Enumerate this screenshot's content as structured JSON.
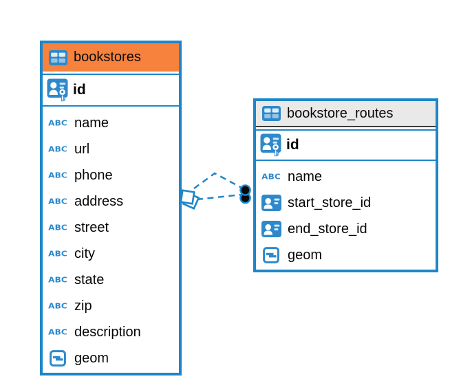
{
  "icons": {
    "abc_label": "ABC"
  },
  "colors": {
    "entity_border": "#1E86C8",
    "icon_blue": "#2E89CB",
    "header_orange": "#F6823E",
    "header_gray": "#E9E9E9",
    "connector": "#1E86C8",
    "text": "#060606"
  },
  "diagram": {
    "tables": [
      {
        "title": "bookstores",
        "header_color": "#F6823E",
        "primary_key": {
          "label": "id",
          "icon": "primary-key-icon"
        },
        "columns": [
          {
            "label": "name",
            "icon": "text-abc-icon"
          },
          {
            "label": "url",
            "icon": "text-abc-icon"
          },
          {
            "label": "phone",
            "icon": "text-abc-icon"
          },
          {
            "label": "address",
            "icon": "text-abc-icon"
          },
          {
            "label": "street",
            "icon": "text-abc-icon"
          },
          {
            "label": "city",
            "icon": "text-abc-icon"
          },
          {
            "label": "state",
            "icon": "text-abc-icon"
          },
          {
            "label": "zip",
            "icon": "text-abc-icon"
          },
          {
            "label": "description",
            "icon": "text-abc-icon"
          },
          {
            "label": "geom",
            "icon": "geometry-icon"
          }
        ]
      },
      {
        "title": "bookstore_routes",
        "header_color": "#E9E9E9",
        "primary_key": {
          "label": "id",
          "icon": "primary-key-icon"
        },
        "columns": [
          {
            "label": "name",
            "icon": "text-abc-icon"
          },
          {
            "label": "start_store_id",
            "icon": "foreign-key-icon"
          },
          {
            "label": "end_store_id",
            "icon": "foreign-key-icon"
          },
          {
            "label": "geom",
            "icon": "geometry-icon"
          }
        ]
      }
    ],
    "relationship": {
      "from_table": "bookstores",
      "to_table": "bookstore_routes",
      "line_style": "dashed",
      "links": 2
    }
  }
}
